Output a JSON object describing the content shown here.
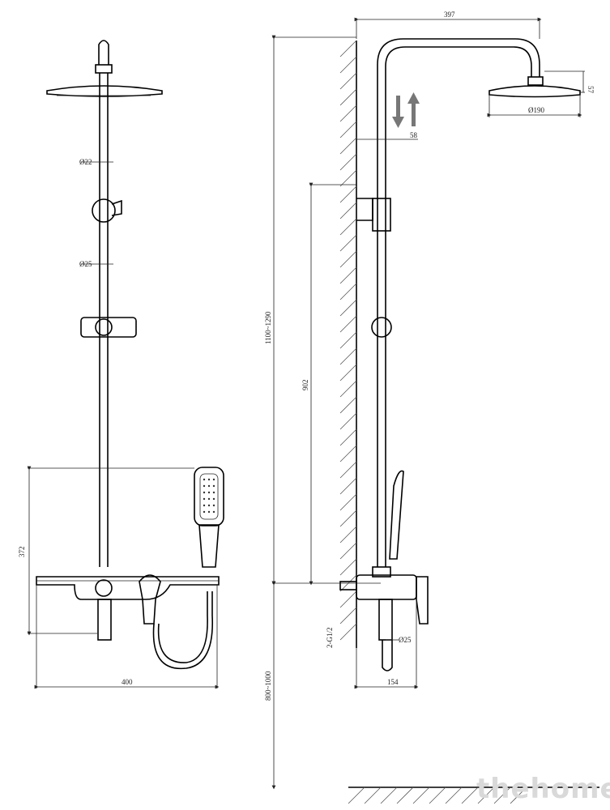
{
  "dimensions": {
    "phi22": "Ø22",
    "phi25_front": "Ø25",
    "width400": "400",
    "height372": "372",
    "reach397": "397",
    "head57": "57",
    "head190": "Ø190",
    "slide58": "58",
    "height902": "902",
    "height_range": "1100~1290",
    "floor_range": "800~1000",
    "inlet": "2-G1/2",
    "phi25_side": "Ø25",
    "depth154": "154"
  },
  "watermark": "thehome"
}
